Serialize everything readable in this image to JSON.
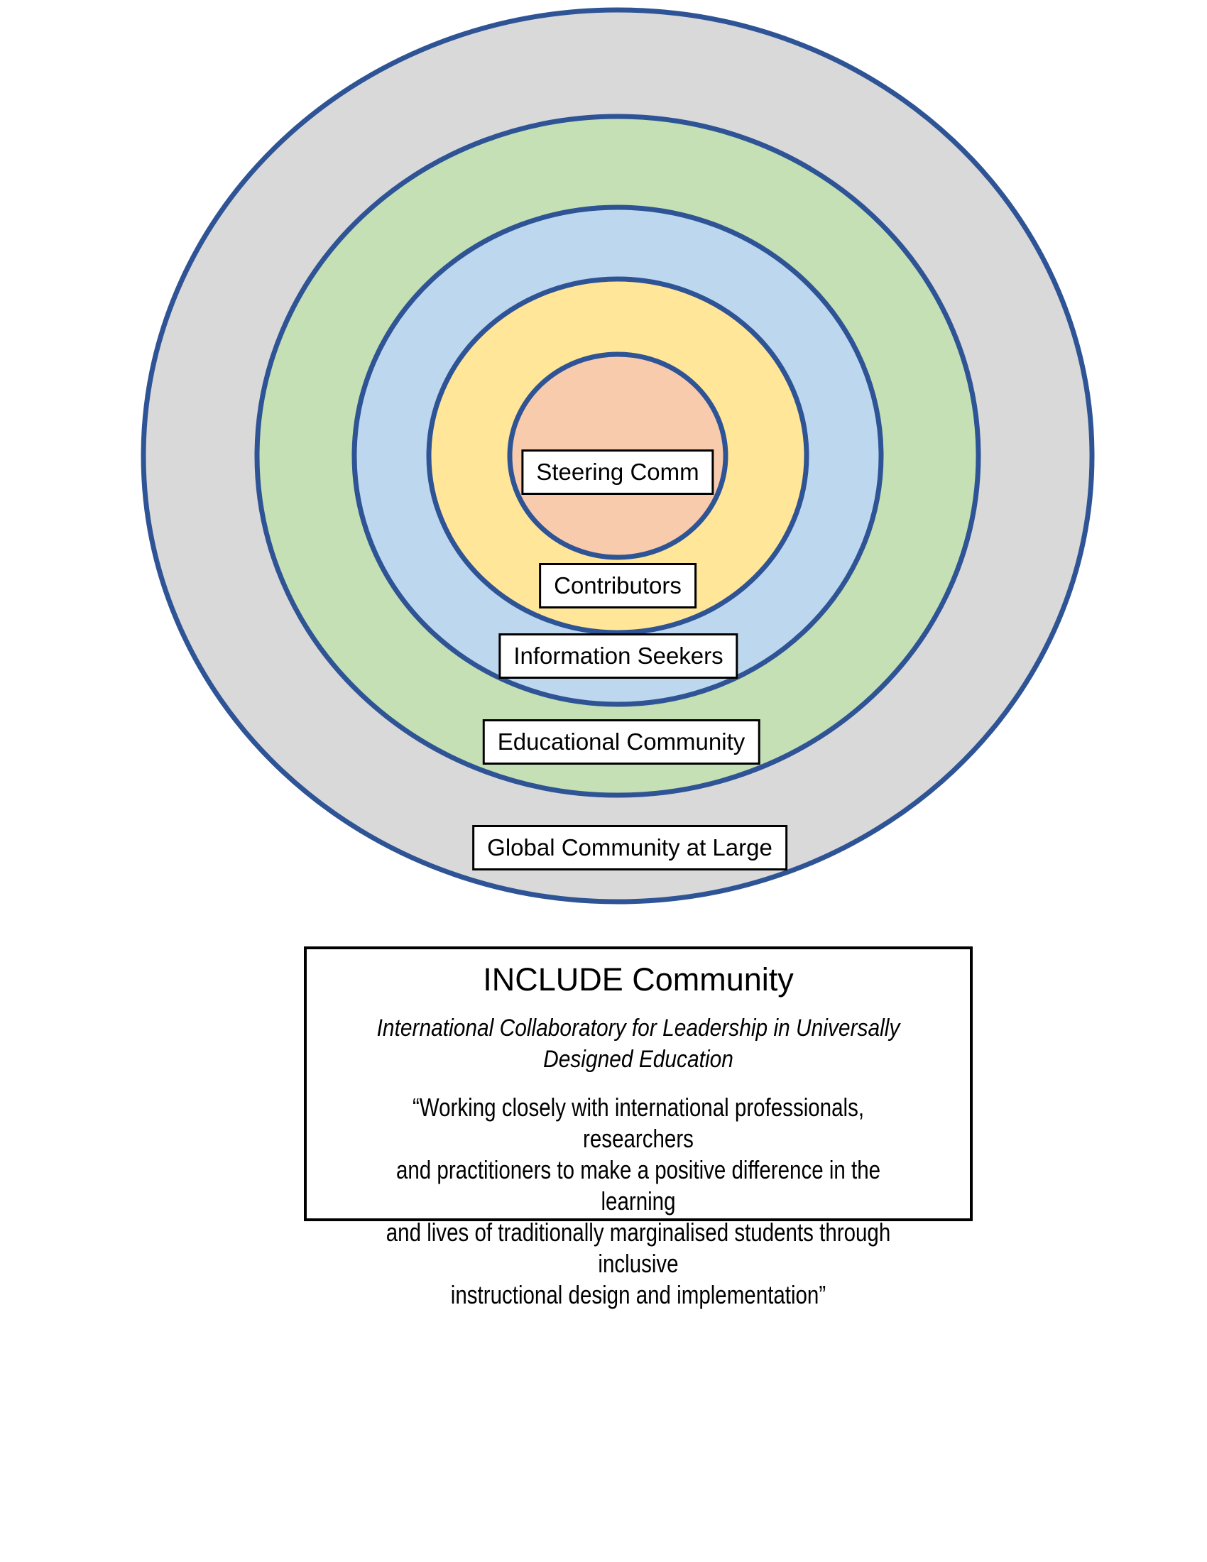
{
  "diagram": {
    "border_color": "#2F5496",
    "label_box_background": "#FFFFFF",
    "label_box_border": "#000000",
    "rings": [
      {
        "label": "Global Community at Large",
        "color": "#D9D9D9"
      },
      {
        "label": "Educational Community",
        "color": "#C5E0B4"
      },
      {
        "label": "Information Seekers",
        "color": "#BDD7EE"
      },
      {
        "label": "Contributors",
        "color": "#FFE699"
      },
      {
        "label": "Steering Comm",
        "color": "#F8CBAD"
      }
    ]
  },
  "info_box": {
    "title": "INCLUDE Community",
    "subtitle": "International Collaboratory for Leadership in Universally\nDesigned Education",
    "quote": "“Working closely with international professionals, researchers\nand practitioners to make a positive difference in the learning\nand lives of traditionally marginalised students through inclusive\ninstructional design and implementation”"
  }
}
